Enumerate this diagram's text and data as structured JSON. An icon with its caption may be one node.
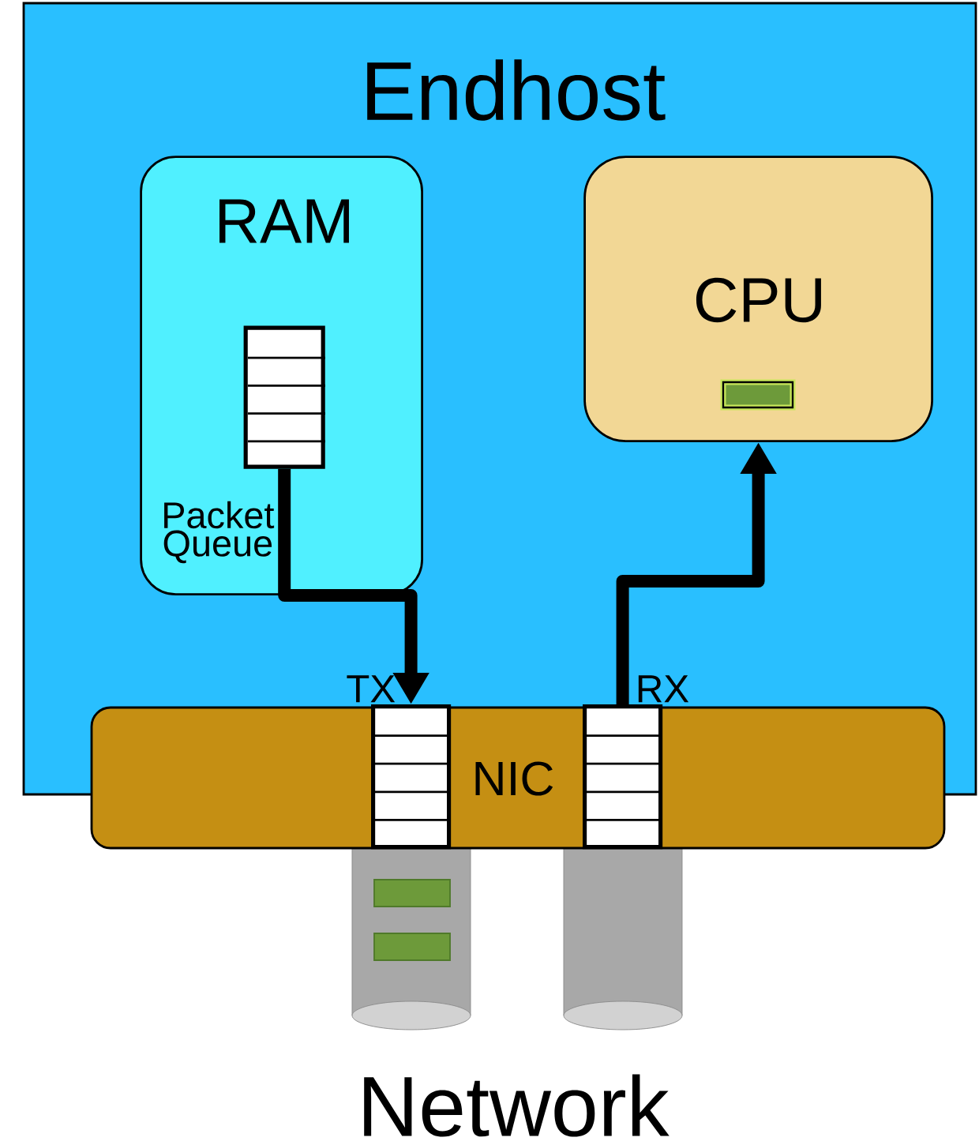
{
  "diagram": {
    "nodes": [
      {
        "text": [
          "Endhost"
        ]
      },
      {
        "text": [
          "RAM"
        ],
        "in": 0
      },
      {
        "text": [
          "CPU"
        ],
        "in": 0
      },
      {
        "text": [],
        "shape": "box",
        "in": 1,
        "beside": [
          "Packet Queue"
        ]
      },
      {
        "text": [
          "NIC"
        ]
      },
      {
        "text": [],
        "shape": "box",
        "in": 4,
        "beside": [
          "TX"
        ]
      },
      {
        "text": [],
        "shape": "box",
        "in": 4,
        "beside": [
          "RX"
        ]
      }
    ],
    "edges": [
      {
        "from": 3,
        "to": 5,
        "arrow": "to"
      },
      {
        "from": 6,
        "to": 2,
        "arrow": "to"
      }
    ],
    "labels": [
      "Network"
    ]
  }
}
